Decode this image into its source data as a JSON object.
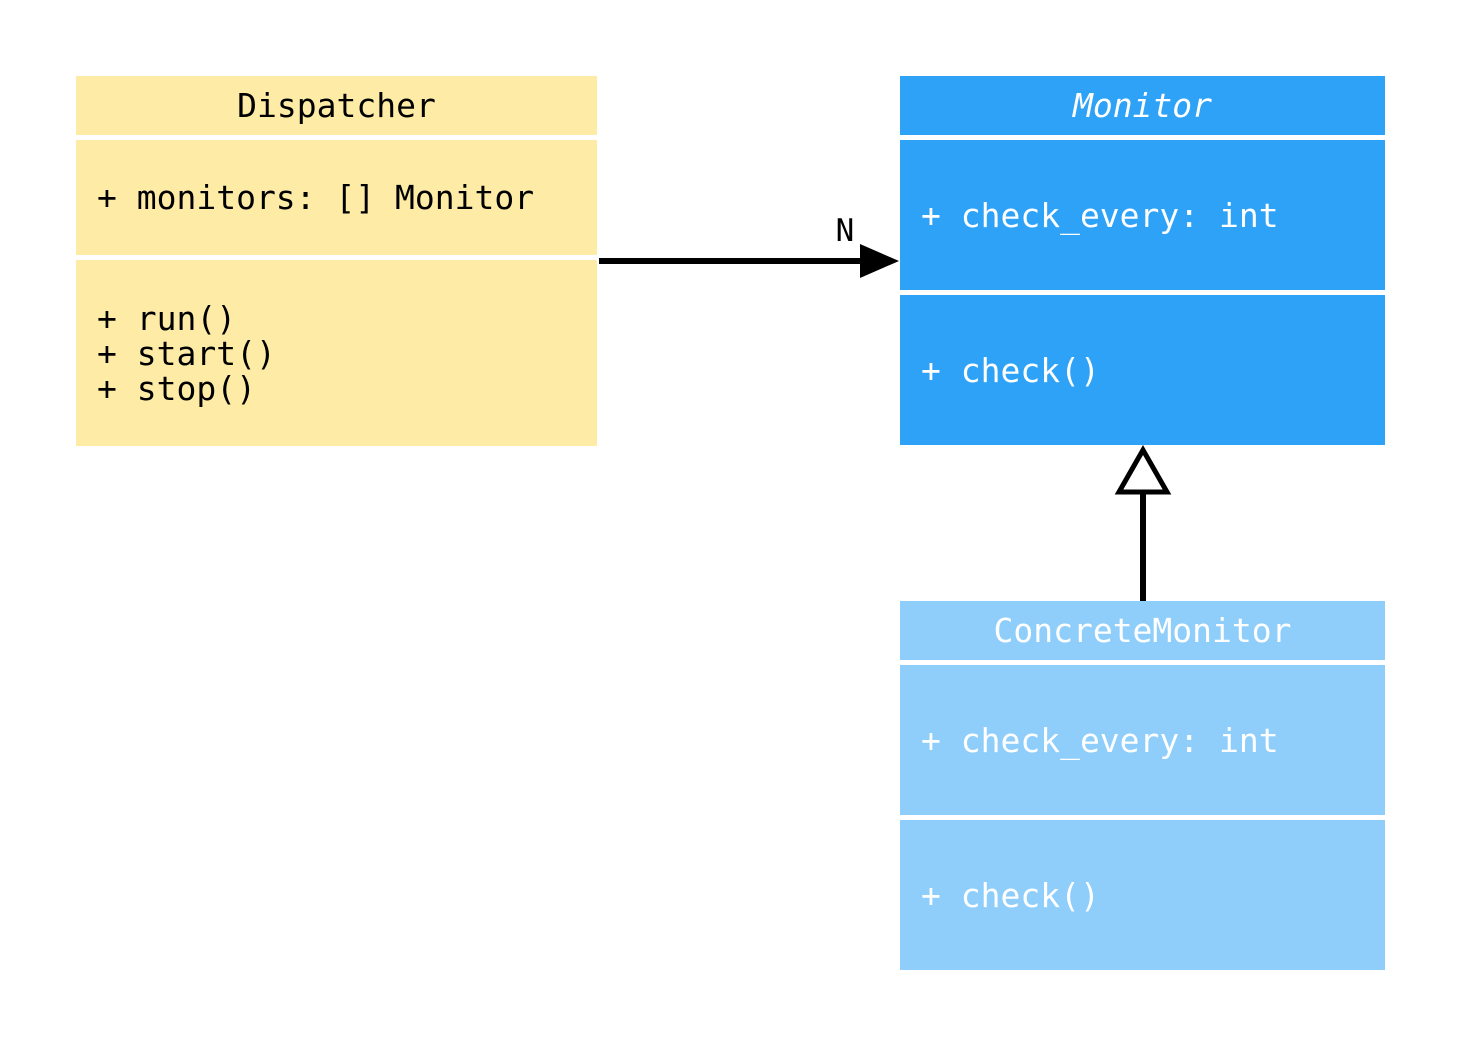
{
  "diagram": {
    "type": "uml-class-diagram",
    "background_color": "#ffffff",
    "classes": [
      {
        "name": "Dispatcher",
        "name_italic": false,
        "fill": "#FDEBA6",
        "text_color": "#000000",
        "attributes": [
          "+ monitors: [] Monitor"
        ],
        "methods": [
          "+ run()",
          "+ start()",
          "+ stop()"
        ]
      },
      {
        "name": "Monitor",
        "name_italic": true,
        "fill": "#2EA2F7",
        "text_color": "#ffffff",
        "attributes": [
          "+ check_every: int"
        ],
        "methods": [
          "+ check()"
        ]
      },
      {
        "name": "ConcreteMonitor",
        "name_italic": false,
        "fill": "#8FCEFA",
        "text_color": "#ffffff",
        "attributes": [
          "+ check_every: int"
        ],
        "methods": [
          "+ check()"
        ]
      }
    ],
    "relationships": [
      {
        "type": "association",
        "from": "Dispatcher",
        "to": "Monitor",
        "label": "N",
        "line_color": "#000000"
      },
      {
        "type": "inheritance",
        "from": "ConcreteMonitor",
        "to": "Monitor",
        "label": "",
        "line_color": "#000000"
      }
    ]
  }
}
